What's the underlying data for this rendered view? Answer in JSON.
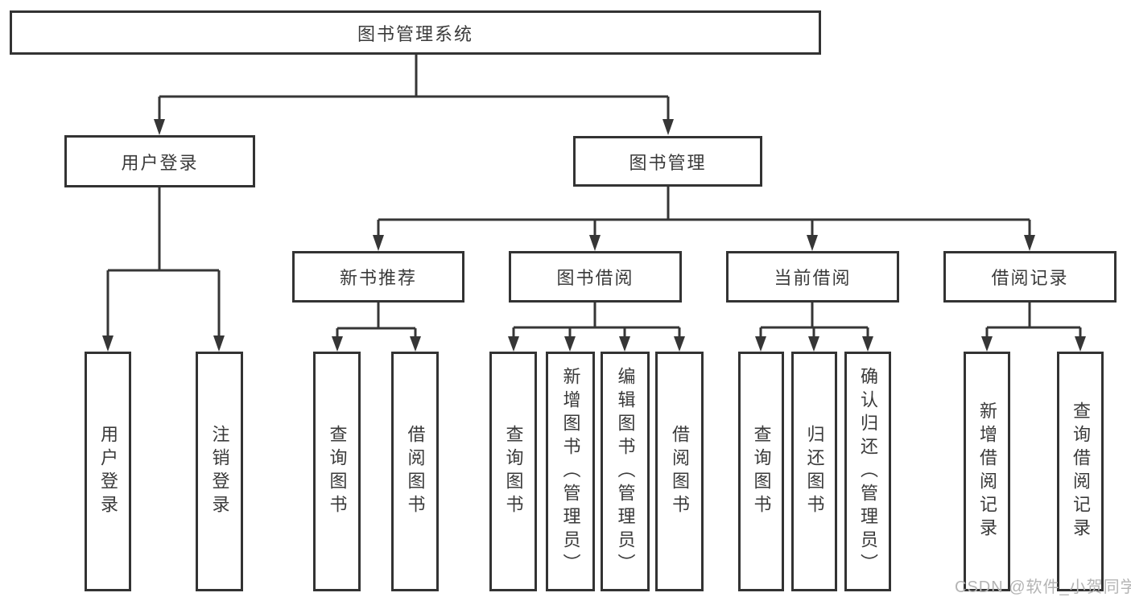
{
  "tree": {
    "root": "图书管理系统",
    "children": [
      {
        "label": "用户登录",
        "leaves": [
          "用户登录",
          "注销登录"
        ]
      },
      {
        "label": "图书管理",
        "children": [
          {
            "label": "新书推荐",
            "leaves": [
              "查询图书",
              "借阅图书"
            ]
          },
          {
            "label": "图书借阅",
            "leaves": [
              "查询图书",
              "新增图书（管理员）",
              "编辑图书（管理员）",
              "借阅图书"
            ]
          },
          {
            "label": "当前借阅",
            "leaves": [
              "查询图书",
              "归还图书",
              "确认归还（管理员）"
            ]
          },
          {
            "label": "借阅记录",
            "leaves": [
              "新增借阅记录",
              "查询借阅记录"
            ]
          }
        ]
      }
    ]
  },
  "watermark": "CSDN @软件_小贺同学",
  "colors": {
    "line": "#363636",
    "box_border": "#333333",
    "text": "#3a3a3a",
    "watermark": "#b4b4b4",
    "background": "#ffffff"
  }
}
